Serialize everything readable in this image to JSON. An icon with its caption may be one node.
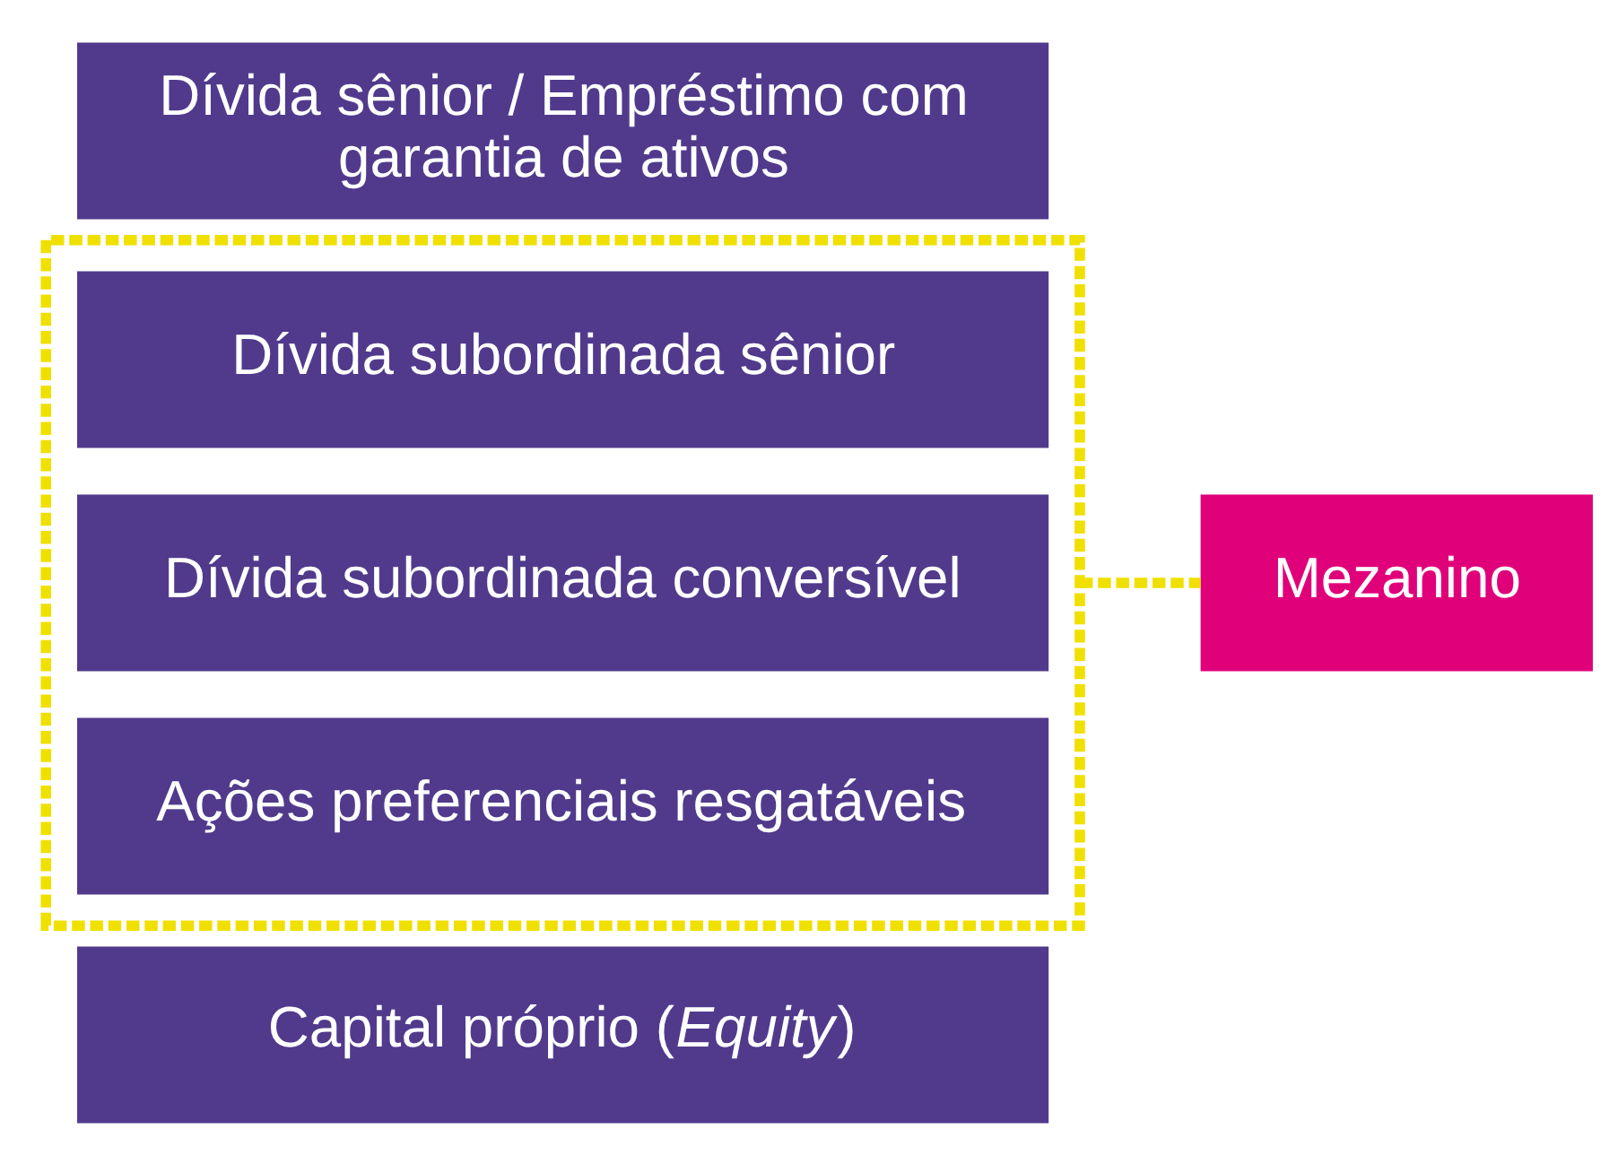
{
  "diagram": {
    "nodes": [
      {
        "text": [
          "Dívida sênior / Empréstimo com garantia de ativos"
        ]
      },
      {
        "text": [],
        "shape": "box"
      },
      {
        "text": [
          "Dívida subordinada sênior"
        ],
        "in": 1
      },
      {
        "text": [
          "Dívida subordinada conversível"
        ],
        "in": 1
      },
      {
        "text": [
          "Ações preferenciais resgatáveis"
        ],
        "in": 1
      },
      {
        "text": [
          "Capital próprio (*Equity*)"
        ]
      },
      {
        "text": [
          "Mezanino"
        ]
      }
    ],
    "edges": [
      {
        "from": 1,
        "to": 6,
        "arrow": "none",
        "style": "dashed",
        "color": "#f0e000"
      }
    ]
  }
}
